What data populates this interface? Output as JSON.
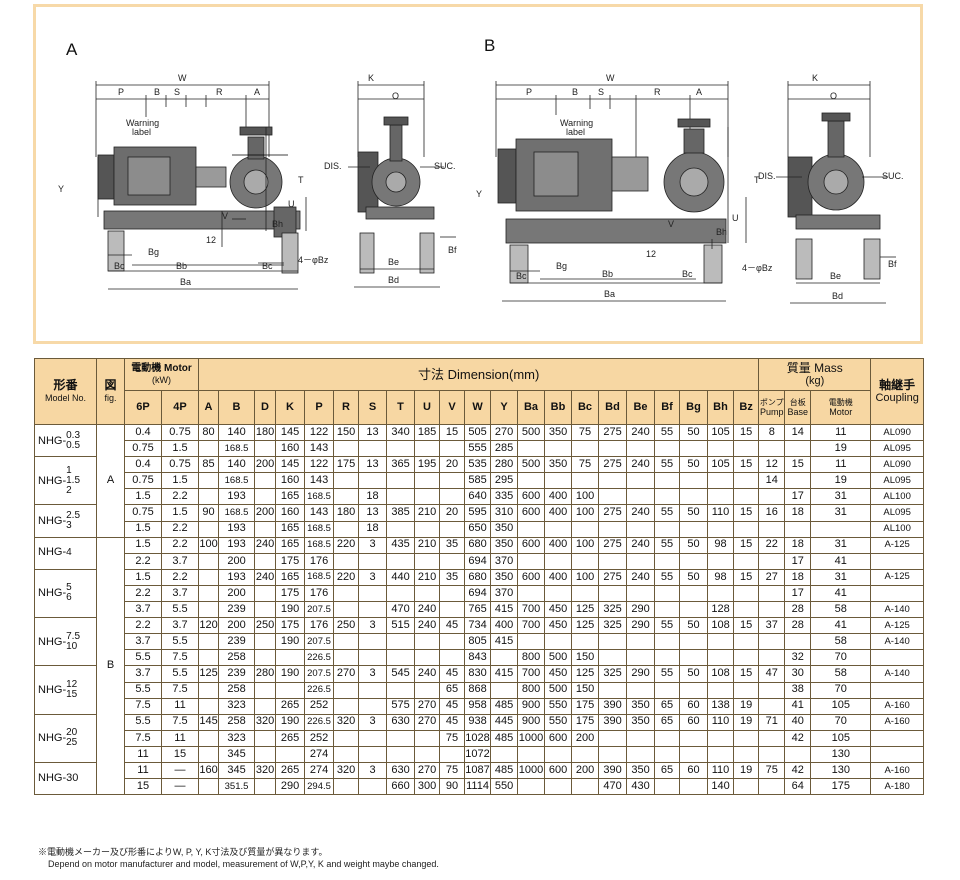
{
  "drawings": {
    "fig_a_label": "A",
    "fig_b_label": "B",
    "warning_label": [
      "Warning",
      "label"
    ],
    "dims": {
      "W": "W",
      "P": "P",
      "B": "B",
      "S": "S",
      "R": "R",
      "A": "A",
      "K": "K",
      "O": "O",
      "Y": "Y",
      "T": "T",
      "U": "U",
      "V": "V",
      "Bh": "Bh",
      "Bg": "Bg",
      "Bc": "Bc",
      "Bb": "Bb",
      "Ba": "Ba",
      "Be": "Be",
      "Bd": "Bd",
      "Bf": "Bf",
      "h12": "12",
      "bz": "4－φBz",
      "dis": "DIS.",
      "suc": "SUC."
    }
  },
  "header": {
    "model_jp": "形番",
    "model_en": "Model No.",
    "fig_jp": "図",
    "fig_en": "fig.",
    "motor_jp": "電動機 Motor",
    "motor_unit": "(kW)",
    "dimension": "寸法 Dimension(mm)",
    "mass": "質量 Mass",
    "mass_unit": "(kg)",
    "coupling_jp": "軸継手",
    "coupling_en": "Coupling",
    "cols": [
      "6P",
      "4P",
      "A",
      "B",
      "D",
      "K",
      "P",
      "R",
      "S",
      "T",
      "U",
      "V",
      "W",
      "Y",
      "Ba",
      "Bb",
      "Bc",
      "Bd",
      "Be",
      "Bf",
      "Bg",
      "Bh",
      "Bz"
    ],
    "mass_cols": [
      [
        "ポンプ",
        "Pump"
      ],
      [
        "台板",
        "Base"
      ],
      [
        "電動機",
        "Motor"
      ]
    ]
  },
  "fig_values": [
    "A",
    "B"
  ],
  "groups": [
    {
      "model": [
        "NHG-",
        "0.3",
        "0.5"
      ],
      "rows": [
        [
          "0.4",
          "0.75",
          "80",
          "140",
          "180",
          "145",
          "122",
          "150",
          "13",
          "340",
          "185",
          "15",
          "505",
          "270",
          "500",
          "350",
          "75",
          "275",
          "240",
          "55",
          "50",
          "105",
          "15",
          "8",
          "14",
          "11",
          "AL090"
        ],
        [
          "0.75",
          "1.5",
          "",
          "168.5",
          "",
          "160",
          "143",
          "",
          "",
          "",
          "",
          "",
          "555",
          "285",
          "",
          "",
          "",
          "",
          "",
          "",
          "",
          "",
          "",
          "",
          "",
          "19",
          "AL095"
        ]
      ]
    },
    {
      "model": [
        "NHG-",
        "1",
        "1.5",
        "2"
      ],
      "rows": [
        [
          "0.4",
          "0.75",
          "85",
          "140",
          "200",
          "145",
          "122",
          "175",
          "13",
          "365",
          "195",
          "20",
          "535",
          "280",
          "500",
          "350",
          "75",
          "275",
          "240",
          "55",
          "50",
          "105",
          "15",
          "12",
          "15",
          "11",
          "AL090"
        ],
        [
          "0.75",
          "1.5",
          "",
          "168.5",
          "",
          "160",
          "143",
          "",
          "",
          "",
          "",
          "",
          "585",
          "295",
          "",
          "",
          "",
          "",
          "",
          "",
          "",
          "",
          "",
          "14",
          "",
          "19",
          "AL095"
        ],
        [
          "1.5",
          "2.2",
          "",
          "193",
          "",
          "165",
          "168.5",
          "",
          "18",
          "",
          "",
          "",
          "640",
          "335",
          "600",
          "400",
          "100",
          "",
          "",
          "",
          "",
          "",
          "",
          "",
          "17",
          "31",
          "AL100"
        ]
      ]
    },
    {
      "model": [
        "NHG-",
        "2.5",
        "3"
      ],
      "rows": [
        [
          "0.75",
          "1.5",
          "90",
          "168.5",
          "200",
          "160",
          "143",
          "180",
          "13",
          "385",
          "210",
          "20",
          "595",
          "310",
          "600",
          "400",
          "100",
          "275",
          "240",
          "55",
          "50",
          "110",
          "15",
          "16",
          "18",
          "31",
          "AL095"
        ],
        [
          "1.5",
          "2.2",
          "",
          "193",
          "",
          "165",
          "168.5",
          "",
          "18",
          "",
          "",
          "",
          "650",
          "350",
          "",
          "",
          "",
          "",
          "",
          "",
          "",
          "",
          "",
          "",
          "",
          "",
          "AL100"
        ]
      ]
    },
    {
      "model": [
        "NHG-",
        "4"
      ],
      "rows": [
        [
          "1.5",
          "2.2",
          "100",
          "193",
          "240",
          "165",
          "168.5",
          "220",
          "3",
          "435",
          "210",
          "35",
          "680",
          "350",
          "600",
          "400",
          "100",
          "275",
          "240",
          "55",
          "50",
          "98",
          "15",
          "22",
          "18",
          "31",
          "A-125"
        ],
        [
          "2.2",
          "3.7",
          "",
          "200",
          "",
          "175",
          "176",
          "",
          "",
          "",
          "",
          "",
          "694",
          "370",
          "",
          "",
          "",
          "",
          "",
          "",
          "",
          "",
          "",
          "",
          "17",
          "41",
          ""
        ]
      ]
    },
    {
      "model": [
        "NHG-",
        "5",
        "6"
      ],
      "rows": [
        [
          "1.5",
          "2.2",
          "",
          "193",
          "240",
          "165",
          "168.5",
          "220",
          "3",
          "440",
          "210",
          "35",
          "680",
          "350",
          "600",
          "400",
          "100",
          "275",
          "240",
          "55",
          "50",
          "98",
          "15",
          "27",
          "18",
          "31",
          "A-125"
        ],
        [
          "2.2",
          "3.7",
          "",
          "200",
          "",
          "175",
          "176",
          "",
          "",
          "",
          "",
          "",
          "694",
          "370",
          "",
          "",
          "",
          "",
          "",
          "",
          "",
          "",
          "",
          "",
          "17",
          "41",
          ""
        ],
        [
          "3.7",
          "5.5",
          "",
          "239",
          "",
          "190",
          "207.5",
          "",
          "",
          "470",
          "240",
          "",
          "765",
          "415",
          "700",
          "450",
          "125",
          "325",
          "290",
          "",
          "",
          "128",
          "",
          "",
          "28",
          "58",
          "A-140"
        ]
      ]
    },
    {
      "model": [
        "NHG-",
        "7.5",
        "10"
      ],
      "rows": [
        [
          "2.2",
          "3.7",
          "120",
          "200",
          "250",
          "175",
          "176",
          "250",
          "3",
          "515",
          "240",
          "45",
          "734",
          "400",
          "700",
          "450",
          "125",
          "325",
          "290",
          "55",
          "50",
          "108",
          "15",
          "37",
          "28",
          "41",
          "A-125"
        ],
        [
          "3.7",
          "5.5",
          "",
          "239",
          "",
          "190",
          "207.5",
          "",
          "",
          "",
          "",
          "",
          "805",
          "415",
          "",
          "",
          "",
          "",
          "",
          "",
          "",
          "",
          "",
          "",
          "",
          "58",
          "A-140"
        ],
        [
          "5.5",
          "7.5",
          "",
          "258",
          "",
          "",
          "226.5",
          "",
          "",
          "",
          "",
          "",
          "843",
          "",
          "800",
          "500",
          "150",
          "",
          "",
          "",
          "",
          "",
          "",
          "",
          "32",
          "70",
          ""
        ]
      ]
    },
    {
      "model": [
        "NHG-",
        "12",
        "15"
      ],
      "rows": [
        [
          "3.7",
          "5.5",
          "125",
          "239",
          "280",
          "190",
          "207.5",
          "270",
          "3",
          "545",
          "240",
          "45",
          "830",
          "415",
          "700",
          "450",
          "125",
          "325",
          "290",
          "55",
          "50",
          "108",
          "15",
          "47",
          "30",
          "58",
          "A-140"
        ],
        [
          "5.5",
          "7.5",
          "",
          "258",
          "",
          "",
          "226.5",
          "",
          "",
          "",
          "",
          "65",
          "868",
          "",
          "800",
          "500",
          "150",
          "",
          "",
          "",
          "",
          "",
          "",
          "",
          "38",
          "70",
          ""
        ],
        [
          "7.5",
          "11",
          "",
          "323",
          "",
          "265",
          "252",
          "",
          "",
          "575",
          "270",
          "45",
          "958",
          "485",
          "900",
          "550",
          "175",
          "390",
          "350",
          "65",
          "60",
          "138",
          "19",
          "",
          "41",
          "105",
          "A-160"
        ]
      ]
    },
    {
      "model": [
        "NHG-",
        "20",
        "25"
      ],
      "rows": [
        [
          "5.5",
          "7.5",
          "145",
          "258",
          "320",
          "190",
          "226.5",
          "320",
          "3",
          "630",
          "270",
          "45",
          "938",
          "445",
          "900",
          "550",
          "175",
          "390",
          "350",
          "65",
          "60",
          "110",
          "19",
          "71",
          "40",
          "70",
          "A-160"
        ],
        [
          "7.5",
          "11",
          "",
          "323",
          "",
          "265",
          "252",
          "",
          "",
          "",
          "",
          "75",
          "1028",
          "485",
          "1000",
          "600",
          "200",
          "",
          "",
          "",
          "",
          "",
          "",
          "",
          "42",
          "105",
          ""
        ],
        [
          "11",
          "15",
          "",
          "345",
          "",
          "",
          "274",
          "",
          "",
          "",
          "",
          "",
          "1072",
          "",
          "",
          "",
          "",
          "",
          "",
          "",
          "",
          "",
          "",
          "",
          "",
          "130",
          ""
        ]
      ]
    },
    {
      "model": [
        "NHG-30"
      ],
      "rows": [
        [
          "11",
          "—",
          "160",
          "345",
          "320",
          "265",
          "274",
          "320",
          "3",
          "630",
          "270",
          "75",
          "1087",
          "485",
          "1000",
          "600",
          "200",
          "390",
          "350",
          "65",
          "60",
          "110",
          "19",
          "75",
          "42",
          "130",
          "A-160"
        ],
        [
          "15",
          "—",
          "",
          "351.5",
          "",
          "290",
          "294.5",
          "",
          "",
          "660",
          "300",
          "90",
          "1114",
          "550",
          "",
          "",
          "",
          "470",
          "430",
          "",
          "",
          "140",
          "",
          "",
          "64",
          "175",
          "A-180"
        ]
      ]
    }
  ],
  "notes": [
    "※電動機メーカー及び形番によりW, P, Y, K寸法及び質量が異なります。",
    "Depend on motor manufacturer and model, measurement of W,P,Y, K and weight maybe changed."
  ]
}
